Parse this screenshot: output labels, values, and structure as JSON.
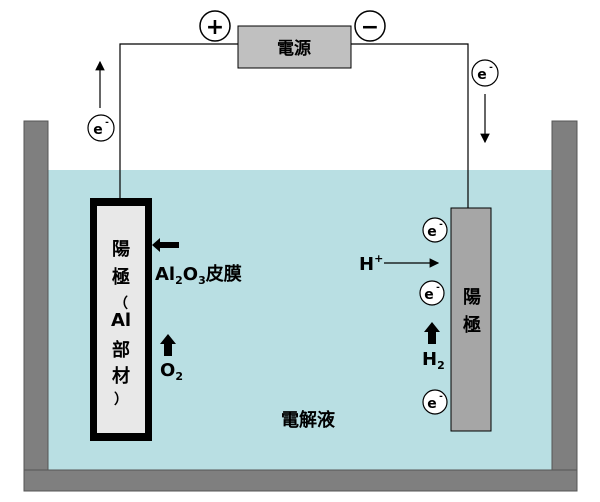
{
  "power_source": {
    "label": "電源",
    "plus": "+",
    "minus": "−"
  },
  "electron": {
    "symbol": "e",
    "charge": "-"
  },
  "anode_left": {
    "chars": [
      "陽",
      "極",
      "（",
      "Al",
      "部",
      "材",
      "）"
    ]
  },
  "oxide_film": {
    "prefix": "Al",
    "sub1": "2",
    "mid": "O",
    "sub2": "3",
    "suffix": "皮膜"
  },
  "oxygen": {
    "base": "O",
    "sub": "2"
  },
  "right_electrode": {
    "chars": [
      "陽",
      "極"
    ]
  },
  "hydrogen_ion": {
    "base": "H",
    "sup": "+"
  },
  "hydrogen": {
    "base": "H",
    "sub": "2"
  },
  "electrolyte": {
    "label": "電解液"
  },
  "colors": {
    "electrolyte": "#b9dfe3",
    "tank": "#7f7f7f",
    "power_box": "#c0c0c0",
    "electrode_fill": "#e8e8e8",
    "oxide_border": "#000000",
    "right_electrode": "#a6a6a6"
  }
}
